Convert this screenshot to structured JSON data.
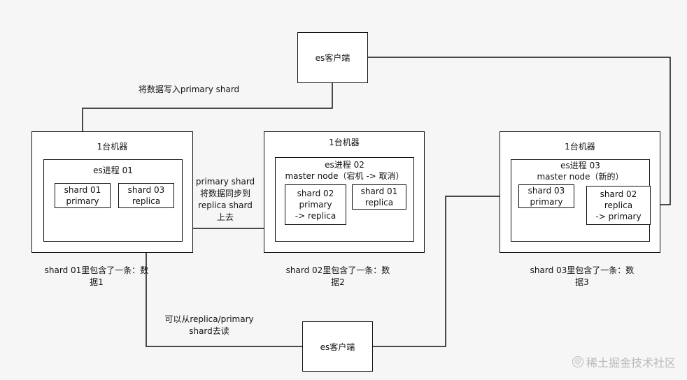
{
  "clients": {
    "top_label": "es客户端",
    "bottom_label": "es客户端"
  },
  "machines": [
    {
      "title": "1台机器",
      "process_lines": [
        "es进程 01"
      ],
      "shards": [
        {
          "lines": [
            "shard 01",
            "primary"
          ]
        },
        {
          "lines": [
            "shard 03",
            "replica"
          ]
        }
      ],
      "caption_lines": [
        "shard 01里包含了一条：数",
        "据1"
      ]
    },
    {
      "title": "1台机器",
      "process_lines": [
        "es进程 02",
        "master node（宕机 -> 取消）"
      ],
      "shards": [
        {
          "lines": [
            "shard 02",
            "primary",
            "-> replica"
          ]
        },
        {
          "lines": [
            "shard 01",
            "replica"
          ]
        }
      ],
      "caption_lines": [
        "shard 02里包含了一条：数",
        "据2"
      ]
    },
    {
      "title": "1台机器",
      "process_lines": [
        "es进程 03",
        "master node（新的）"
      ],
      "shards": [
        {
          "lines": [
            "shard 03",
            "primary"
          ]
        },
        {
          "lines": [
            "shard 02",
            "replica",
            "-> primary"
          ]
        }
      ],
      "caption_lines": [
        "shard 03里包含了一条：数",
        "据3"
      ]
    }
  ],
  "annotations": {
    "write": "将数据写入primary shard",
    "sync_lines": [
      "primary shard",
      "将数据同步到",
      "replica shard",
      "上去"
    ],
    "read_lines": [
      "可以从replica/primary",
      "shard去读"
    ]
  },
  "watermark": "稀土掘金技术社区",
  "colors": {
    "line": "#111111",
    "background": "#f6f6f6",
    "watermark": "#b9b9b9"
  }
}
